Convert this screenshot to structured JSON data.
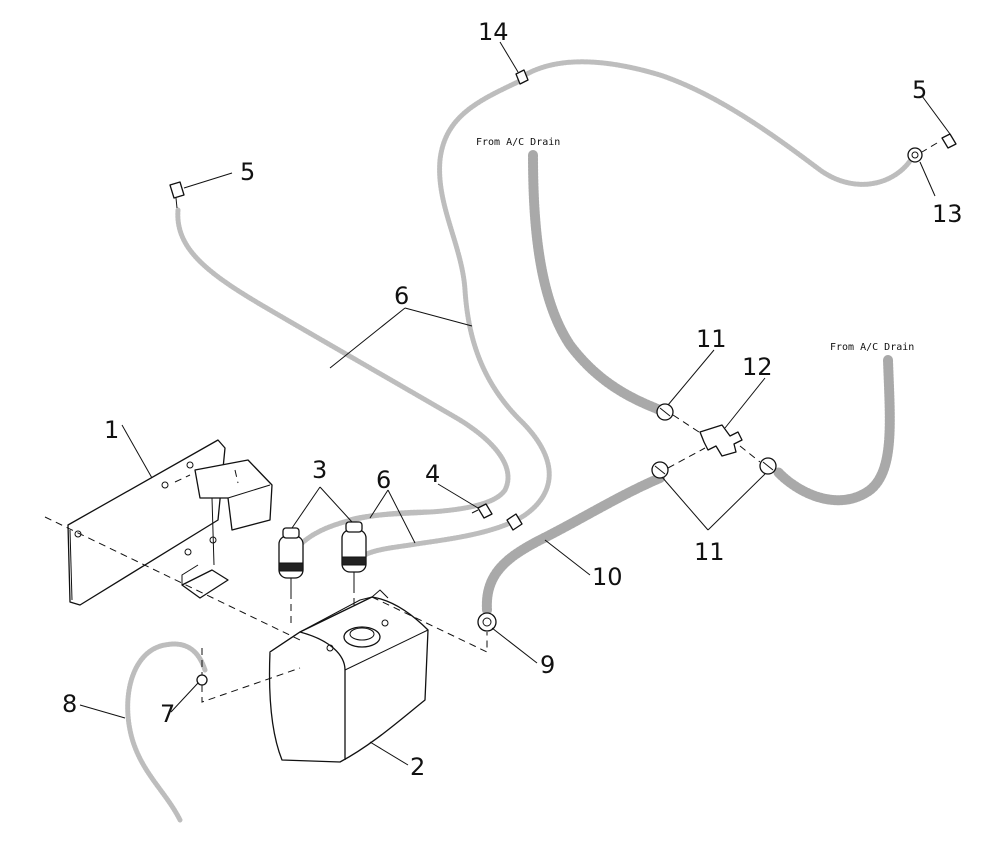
{
  "diagram": {
    "callouts": [
      {
        "id": "c1",
        "text": "1"
      },
      {
        "id": "c2",
        "text": "2"
      },
      {
        "id": "c3",
        "text": "3"
      },
      {
        "id": "c4",
        "text": "4"
      },
      {
        "id": "c5a",
        "text": "5"
      },
      {
        "id": "c5b",
        "text": "5"
      },
      {
        "id": "c6a",
        "text": "6"
      },
      {
        "id": "c6b",
        "text": "6"
      },
      {
        "id": "c7",
        "text": "7"
      },
      {
        "id": "c8",
        "text": "8"
      },
      {
        "id": "c9",
        "text": "9"
      },
      {
        "id": "c10",
        "text": "10"
      },
      {
        "id": "c11a",
        "text": "11"
      },
      {
        "id": "c11b",
        "text": "11"
      },
      {
        "id": "c12",
        "text": "12"
      },
      {
        "id": "c13",
        "text": "13"
      },
      {
        "id": "c14",
        "text": "14"
      }
    ],
    "notes": {
      "drain_left": "From A/C Drain",
      "drain_right": "From A/C Drain"
    }
  }
}
